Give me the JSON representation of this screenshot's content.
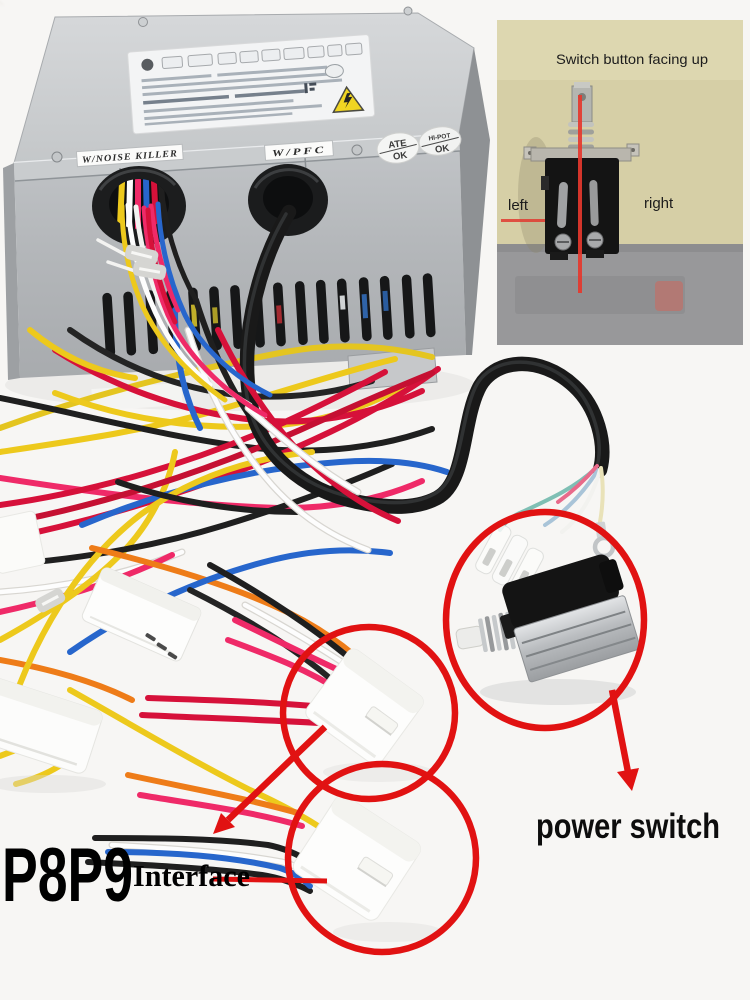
{
  "photo": {
    "inset": {
      "caption": "Switch button facing up",
      "left_label": "left",
      "right_label": "right"
    },
    "psu": {
      "noise_killer_sticker": "W/NOISE KILLER",
      "pfc_sticker": "W/PFC",
      "ate_sticker": {
        "line1": "ATE",
        "line2": "OK"
      },
      "hipot_sticker": {
        "line1": "HI-POT",
        "line2": "OK"
      }
    },
    "callouts": {
      "power_switch": "power switch",
      "p8p9": "P8P9",
      "interface": "Interface"
    },
    "icons": {
      "high_voltage_warning": "lightning-triangle"
    },
    "colors": {
      "annotation_red": "#e11212",
      "psu_body_gray": "#b6b9bc",
      "inset_wall_beige": "#d6cfa6",
      "inset_desk_gray": "#98989a",
      "wire_colors": [
        "#edc91c",
        "#1f1f1f",
        "#d6113a",
        "#ef2a68",
        "#2766cc",
        "#fdfdfd",
        "#ee7c18"
      ]
    }
  }
}
